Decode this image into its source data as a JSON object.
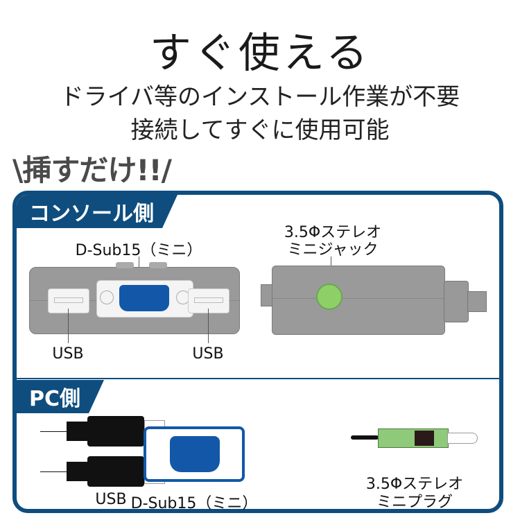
{
  "header": {
    "title": "すぐ使える",
    "subtitle_line1": "ドライバ等のインストール作業が不要",
    "subtitle_line2": "接続してすぐに使用可能"
  },
  "slogan": "\\挿すだけ!!/",
  "console_side": {
    "tab_label": "コンソール側",
    "labels": {
      "dsub": "D-Sub15（ミニ）",
      "usb_left": "USB",
      "usb_right": "USB",
      "audio_line1": "3.5Φステレオ",
      "audio_line2": "ミニジャック"
    }
  },
  "pc_side": {
    "tab_label": "PC側",
    "labels": {
      "usb": "USB",
      "dsub": "D-Sub15（ミニ）",
      "audio_line1": "3.5Φステレオ",
      "audio_line2": "ミニプラグ"
    }
  },
  "colors": {
    "frame": "#0e4d7e",
    "vga_blue": "#1358a8",
    "audio_green": "#8fc97a",
    "device_gray": "#9a9a9a"
  }
}
